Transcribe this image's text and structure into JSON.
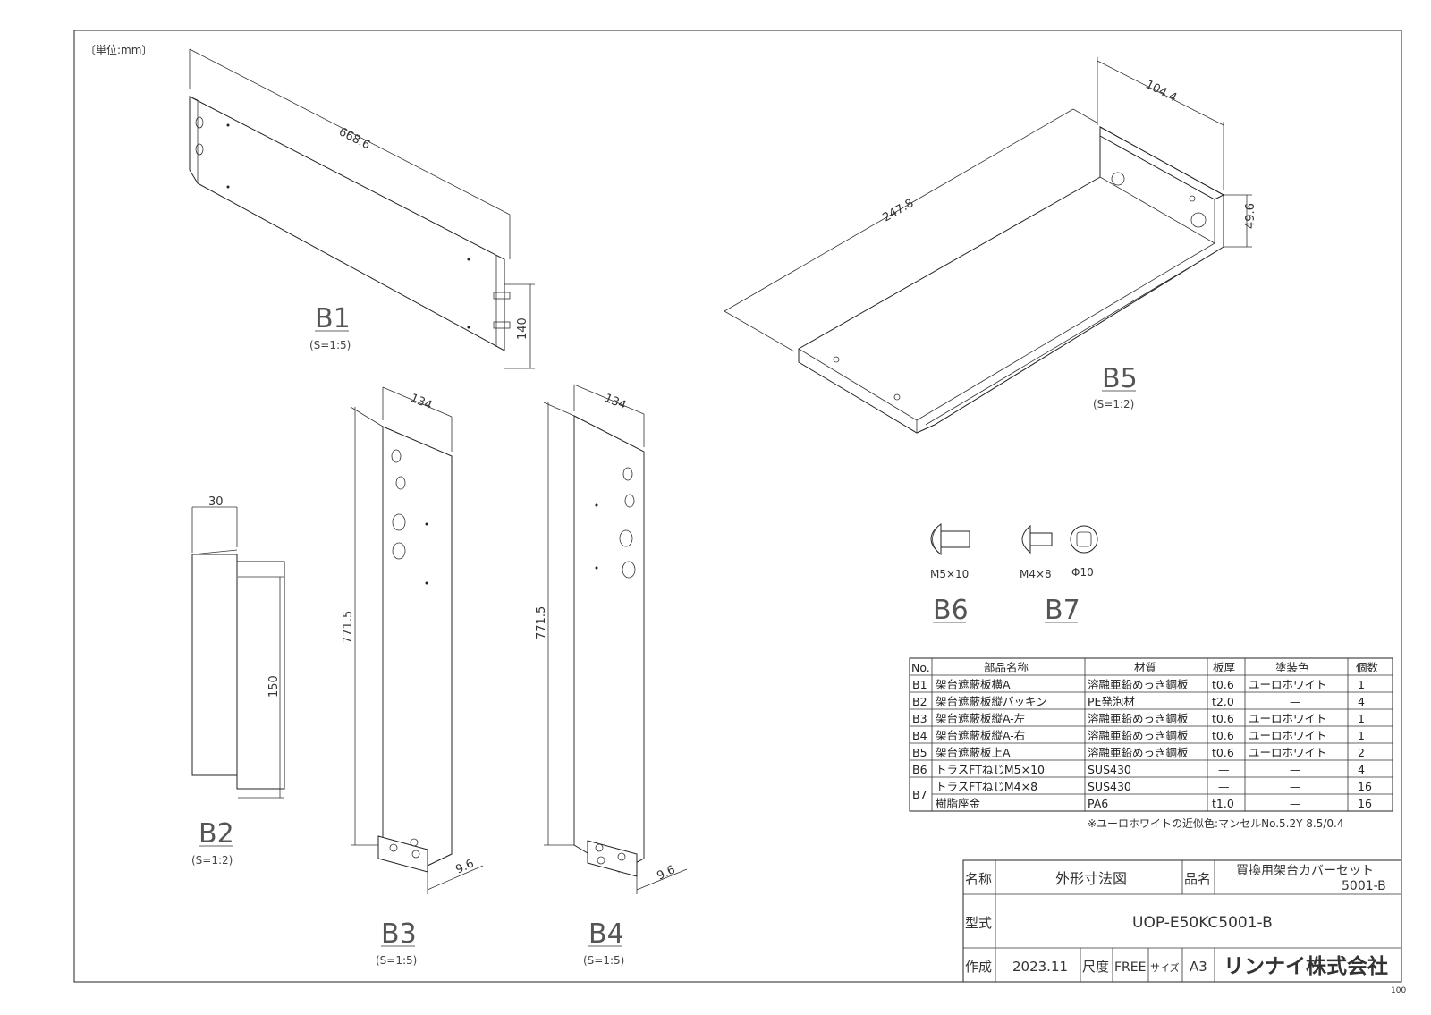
{
  "unit_note": "〔単位:mm〕",
  "parts": {
    "b1": {
      "label": "B1",
      "scale": "(S=1:5)",
      "dims": [
        "668.6",
        "140"
      ]
    },
    "b2": {
      "label": "B2",
      "scale": "(S=1:2)",
      "dims": [
        "30",
        "150"
      ]
    },
    "b3": {
      "label": "B3",
      "scale": "(S=1:5)",
      "dims": [
        "134",
        "771.5",
        "9.6"
      ]
    },
    "b4": {
      "label": "B4",
      "scale": "(S=1:5)",
      "dims": [
        "134",
        "771.5",
        "9.6"
      ]
    },
    "b5": {
      "label": "B5",
      "scale": "(S=1:2)",
      "dims": [
        "104.4",
        "247.8",
        "49.6"
      ]
    },
    "b6": {
      "label": "B6",
      "screw": "M5×10"
    },
    "b7": {
      "label": "B7",
      "screw": "M4×8",
      "washer": "Φ10"
    }
  },
  "table": {
    "headers": [
      "No.",
      "部品名称",
      "材質",
      "板厚",
      "塗装色",
      "個数"
    ],
    "rows": [
      [
        "B1",
        "架台遮蔽板横A",
        "溶融亜鉛めっき鋼板",
        "t0.6",
        "ユーロホワイト",
        "1"
      ],
      [
        "B2",
        "架台遮蔽板縦パッキン",
        "PE発泡材",
        "t2.0",
        "—",
        "4"
      ],
      [
        "B3",
        "架台遮蔽板縦A-左",
        "溶融亜鉛めっき鋼板",
        "t0.6",
        "ユーロホワイト",
        "1"
      ],
      [
        "B4",
        "架台遮蔽板縦A-右",
        "溶融亜鉛めっき鋼板",
        "t0.6",
        "ユーロホワイト",
        "1"
      ],
      [
        "B5",
        "架台遮蔽板上A",
        "溶融亜鉛めっき鋼板",
        "t0.6",
        "ユーロホワイト",
        "2"
      ],
      [
        "B6",
        "トラスFTねじM5×10",
        "SUS430",
        "—",
        "—",
        "4"
      ],
      [
        "B7",
        "トラスFTねじM4×8",
        "SUS430",
        "—",
        "—",
        "16"
      ],
      [
        "",
        "樹脂座金",
        "PA6",
        "t1.0",
        "—",
        "16"
      ]
    ],
    "note": "※ユーロホワイトの近似色:マンセルNo.5.2Y 8.5/0.4"
  },
  "title_block": {
    "name_label": "名称",
    "name_value": "外形寸法図",
    "product_label": "品名",
    "product_value_1": "買換用架台カバーセット",
    "product_value_2": "5001-B",
    "model_label": "型式",
    "model_value": "UOP-E50KC5001-B",
    "created_label": "作成",
    "created_value": "2023.11",
    "scale_label": "尺度",
    "scale_value": "FREE",
    "size_label": "サイズ",
    "size_value": "A3",
    "company": "リンナイ株式会社"
  },
  "corner_mark": "100"
}
